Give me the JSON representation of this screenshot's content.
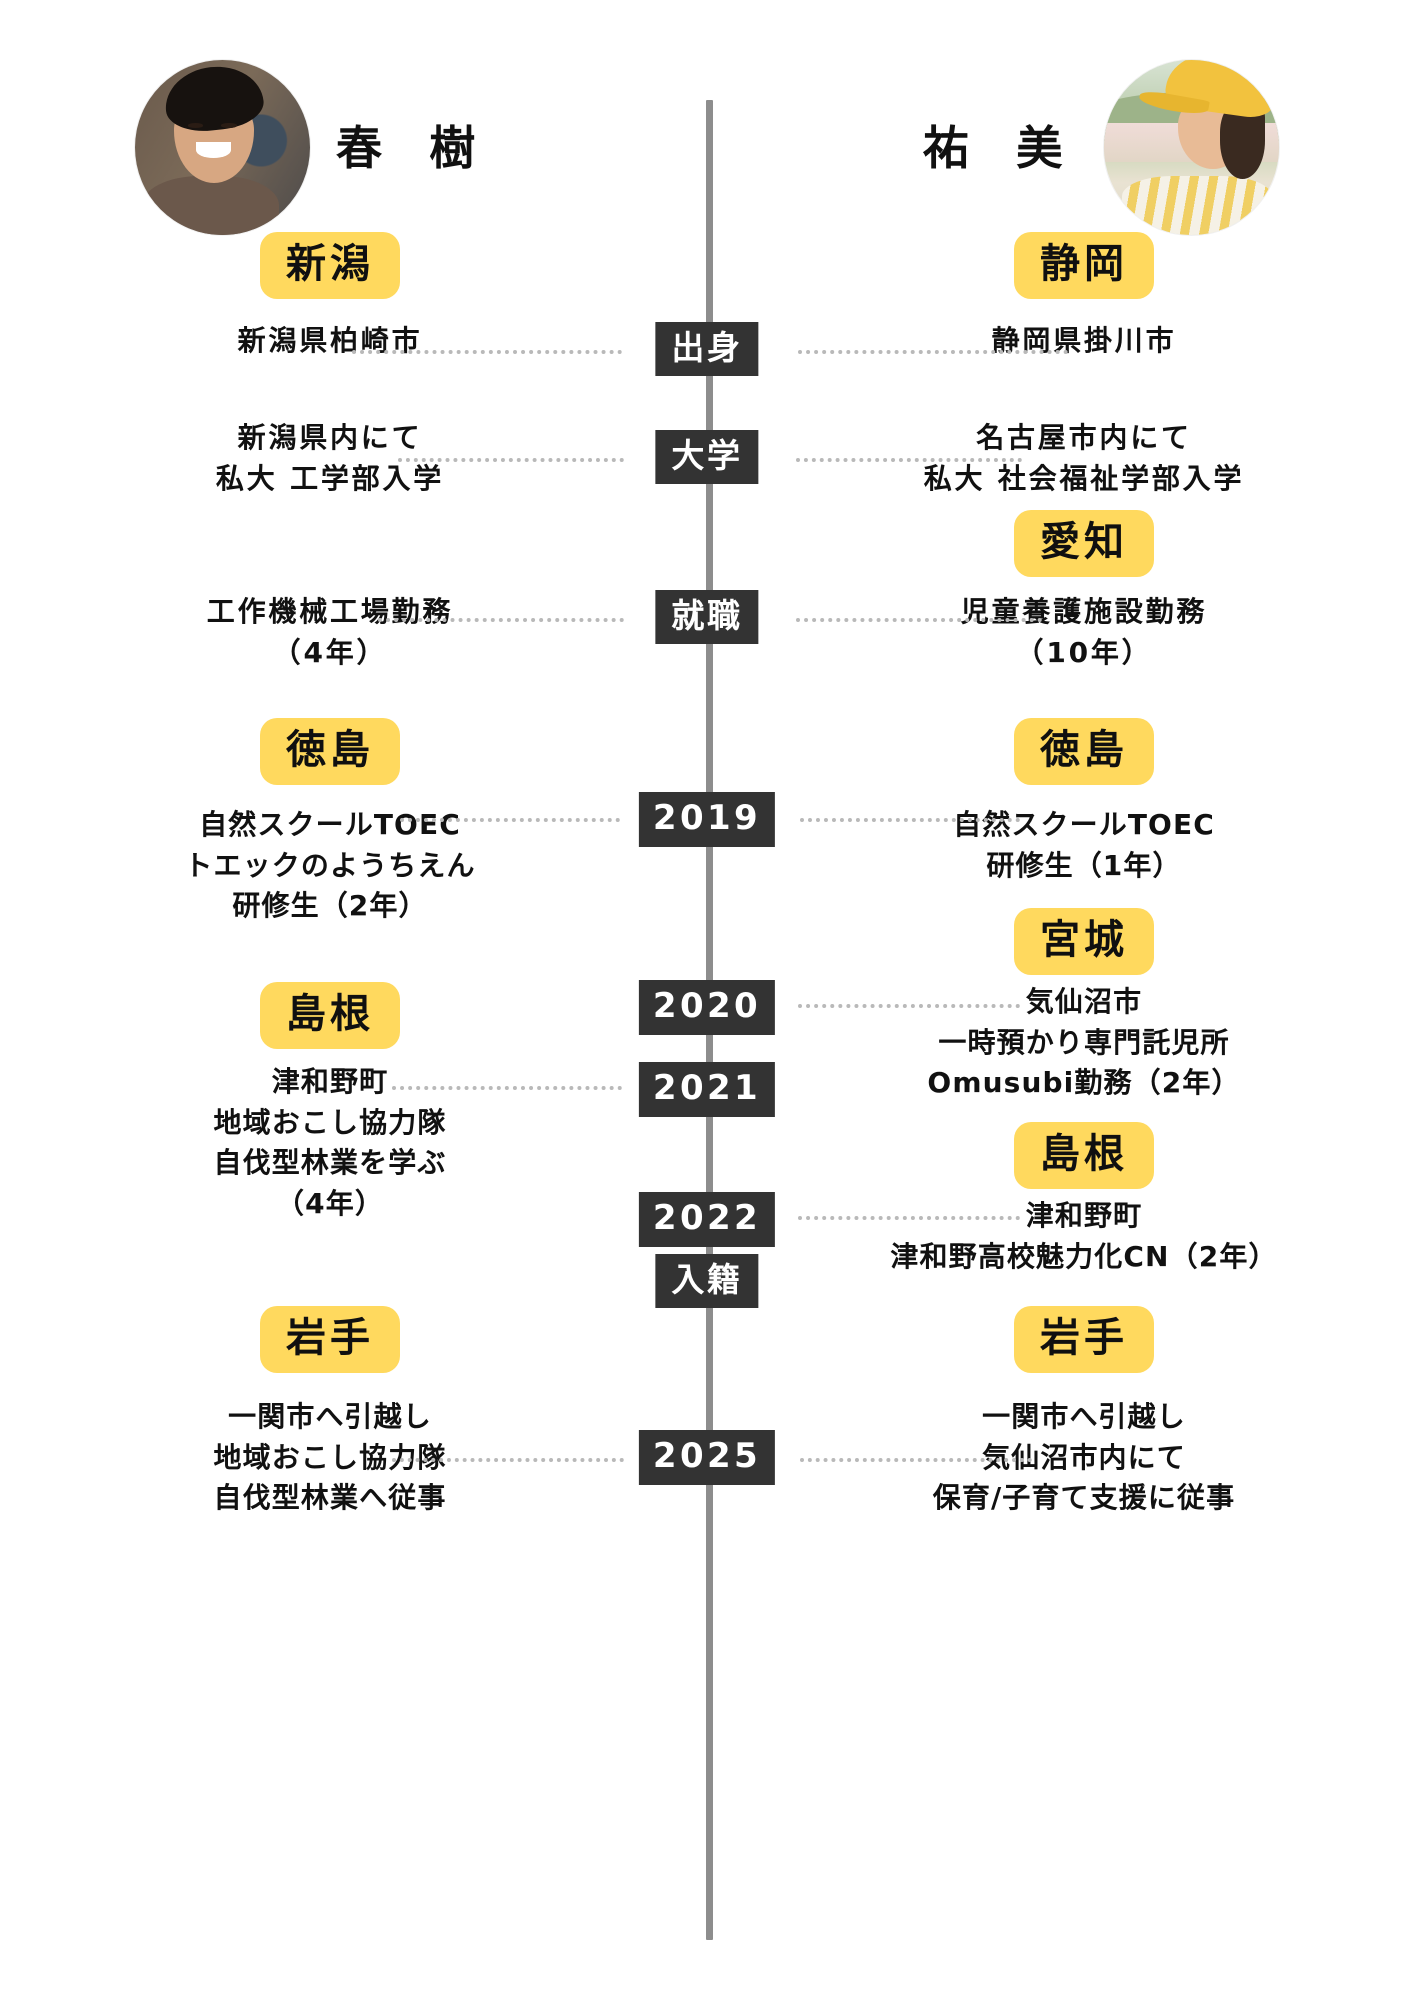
{
  "people": {
    "left": {
      "name": "春 樹",
      "avatar": "portrait-haruki"
    },
    "right": {
      "name": "祐 美",
      "avatar": "portrait-yumi"
    }
  },
  "accent": {
    "badge_bg": "#FFD95E",
    "chip_bg": "#333333",
    "spine": "#8D8D8D",
    "dots": "#B9B9B9"
  },
  "rows": [
    {
      "chip": "出身",
      "left": {
        "badge": "新潟",
        "text": "新潟県柏崎市"
      },
      "right": {
        "badge": "静岡",
        "text": "静岡県掛川市"
      }
    },
    {
      "chip": "大学",
      "left": {
        "badge": "",
        "text": "新潟県内にて\n私大 工学部入学"
      },
      "right": {
        "badge": "",
        "text": "名古屋市内にて\n私大 社会福祉学部入学"
      }
    },
    {
      "chip": "就職",
      "left": {
        "badge": "",
        "text": "工作機械工場勤務\n（4年）"
      },
      "right": {
        "badge": "愛知",
        "text": "児童養護施設勤務\n（10年）"
      }
    },
    {
      "chip": "2019",
      "left": {
        "badge": "徳島",
        "text": "自然スクールTOEC\nトエックのようちえん\n研修生（2年）"
      },
      "right": {
        "badge": "徳島",
        "text": "自然スクールTOEC\n研修生（1年）"
      }
    },
    {
      "chip": "2020",
      "left": {
        "badge": "島根",
        "text": ""
      },
      "right": {
        "badge": "宮城",
        "text": "気仙沼市\n一時預かり専門託児所\nOmusubi勤務（2年）"
      }
    },
    {
      "chip": "2021",
      "left": {
        "badge": "",
        "text": "津和野町\n地域おこし協力隊\n自伐型林業を学ぶ\n（4年）"
      },
      "right": {
        "badge": "",
        "text": ""
      }
    },
    {
      "chip": "2022",
      "left": {
        "badge": "",
        "text": ""
      },
      "right": {
        "badge": "島根",
        "text": "津和野町\n津和野高校魅力化CN（2年）"
      }
    },
    {
      "chip": "入籍",
      "left": {
        "badge": "",
        "text": ""
      },
      "right": {
        "badge": "",
        "text": ""
      }
    },
    {
      "chip": "2025",
      "left": {
        "badge": "岩手",
        "text": "一関市へ引越し\n地域おこし協力隊\n自伐型林業へ従事"
      },
      "right": {
        "badge": "岩手",
        "text": "一関市へ引越し\n気仙沼市内にて\n保育/子育て支援に従事"
      }
    }
  ]
}
